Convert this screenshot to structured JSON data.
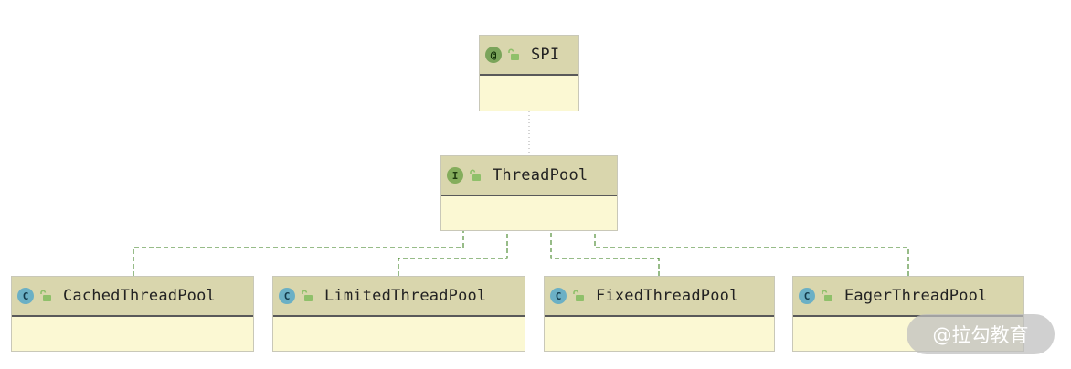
{
  "diagram": {
    "nodes": {
      "spi": {
        "stereotype": "@",
        "name": "SPI"
      },
      "thread_pool": {
        "stereotype": "I",
        "name": "ThreadPool"
      },
      "cached": {
        "stereotype": "C",
        "name": "CachedThreadPool"
      },
      "limited": {
        "stereotype": "C",
        "name": "LimitedThreadPool"
      },
      "fixed": {
        "stereotype": "C",
        "name": "FixedThreadPool"
      },
      "eager": {
        "stereotype": "C",
        "name": "EagerThreadPool"
      }
    },
    "edges": [
      {
        "from": "thread_pool",
        "to": "spi",
        "style": "dotted"
      },
      {
        "from": "cached",
        "to": "thread_pool",
        "style": "dashed-arrow"
      },
      {
        "from": "limited",
        "to": "thread_pool",
        "style": "dashed-arrow"
      },
      {
        "from": "fixed",
        "to": "thread_pool",
        "style": "dashed-arrow"
      },
      {
        "from": "eager",
        "to": "thread_pool",
        "style": "dashed-arrow"
      }
    ],
    "colors": {
      "header_bg": "#d9d6ad",
      "body_bg": "#fbf8d3",
      "edge_green": "#3a7d17"
    }
  },
  "watermark": {
    "text": "@拉勾教育"
  }
}
